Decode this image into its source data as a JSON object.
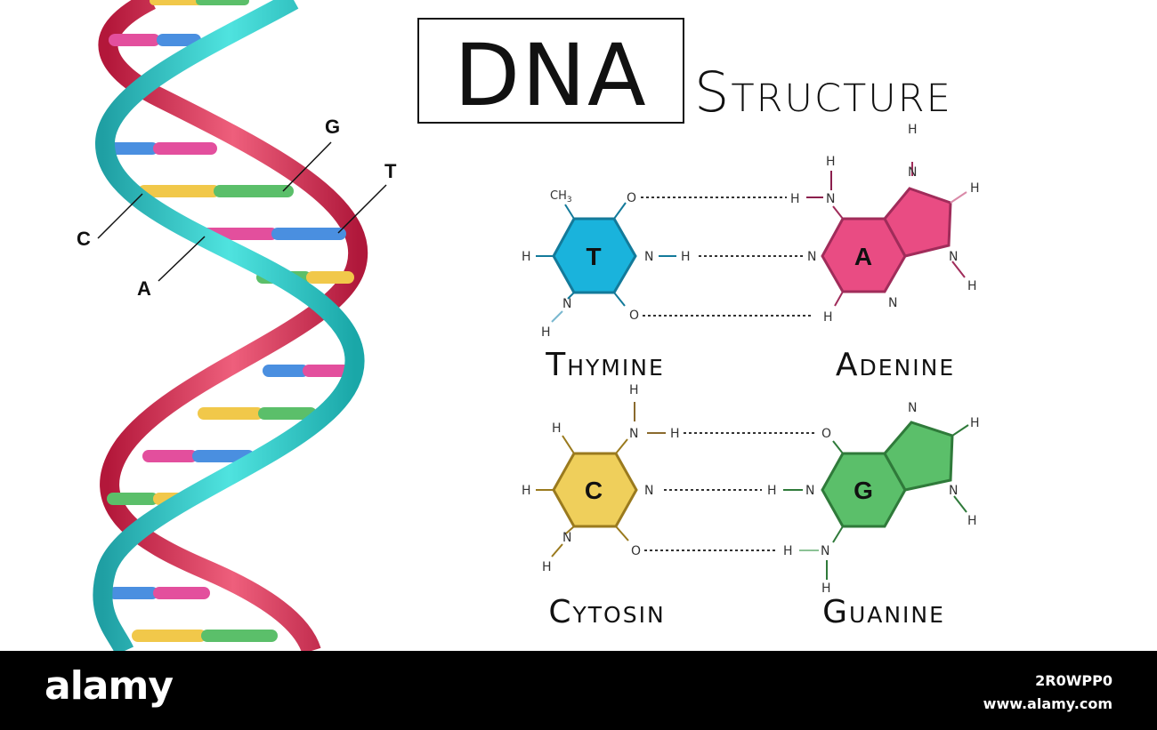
{
  "title": {
    "main": "DNA",
    "sub": "Structure"
  },
  "helix_labels": {
    "g": "G",
    "t": "T",
    "c": "C",
    "a": "A"
  },
  "colors": {
    "thymine": "#1ab3dc",
    "adenine": "#e94c83",
    "cytosine": "#efcf5b",
    "guanine": "#5bbf6a",
    "ribbon_teal": "#2ec9c6",
    "ribbon_red": "#d8264e",
    "rung_yellow": "#f1c84a",
    "rung_green": "#5bbf6a",
    "rung_blue": "#4a8fe0",
    "rung_pink": "#e34f9d"
  },
  "thymine": {
    "letter": "T",
    "name": "Thymine",
    "ch3": "CH",
    "ch3_sub": "3",
    "o_top": "O",
    "h_left": "H",
    "n_right": "N",
    "h_right": "H",
    "n_bottom": "N",
    "h_bottom": "H",
    "o_bottom": "O"
  },
  "adenine": {
    "letter": "A",
    "name": "Adenine",
    "h_top1": "H",
    "n_top": "N",
    "h_nh": "H",
    "n_left": "N",
    "h_left": "H",
    "h_top5": "H",
    "n_top5": "N",
    "h_right5": "H",
    "n_right5": "N",
    "h_right5b": "H",
    "n_bottom": "N"
  },
  "cytosine": {
    "letter": "C",
    "name": "Cytosin",
    "h_top": "H",
    "n_top": "N",
    "h_nh": "H",
    "h_upper": "H",
    "h_left": "H",
    "n_right": "N",
    "n_bottom": "N",
    "h_bottom": "H",
    "o_bottom": "O"
  },
  "guanine": {
    "letter": "G",
    "name": "Guanine",
    "o_top": "O",
    "n_top5": "N",
    "h_right5": "H",
    "h_left": "H",
    "n_left": "N",
    "n_right5": "N",
    "h_right5b": "H",
    "h_bottom": "H",
    "n_bottom": "N",
    "h_bottom2": "H"
  },
  "watermark": {
    "logo": "alamy",
    "image_id": "2R0WPP0",
    "url": "www.alamy.com"
  }
}
